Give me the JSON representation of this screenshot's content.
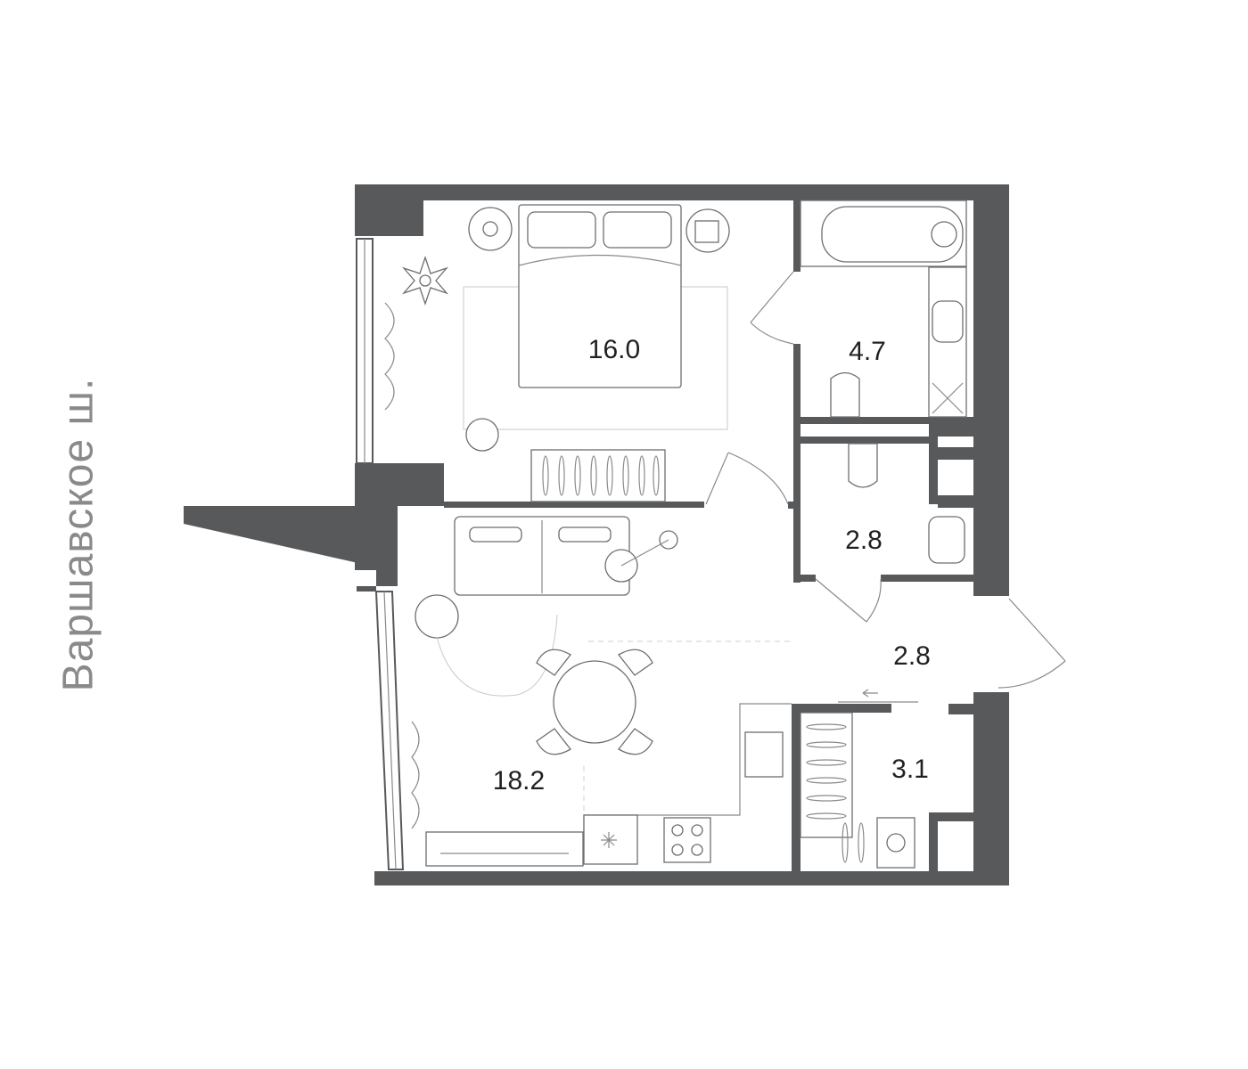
{
  "street_name": "Варшавское ш.",
  "rooms": [
    {
      "id": "bedroom",
      "area": "16.0"
    },
    {
      "id": "bathroom",
      "area": "4.7"
    },
    {
      "id": "wc",
      "area": "2.8"
    },
    {
      "id": "hall",
      "area": "2.8"
    },
    {
      "id": "wardrobe",
      "area": "3.1"
    },
    {
      "id": "kitchen-living",
      "area": "18.2"
    }
  ],
  "colors": {
    "wall": "#58595b",
    "text": "#231f20",
    "street_text": "#8a8a8a"
  }
}
